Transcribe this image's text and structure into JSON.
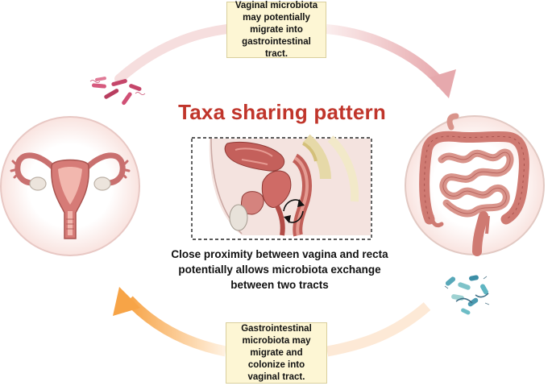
{
  "title": "Taxa sharing pattern",
  "top_note": "Vaginal microbiota may potentially migrate into gastrointestinal tract.",
  "bottom_note": "Gastrointestinal microbiota may migrate and colonize into vaginal tract.",
  "center_caption": "Close proximity between vagina and recta potentially allows microbiota exchange between two tracts",
  "colors": {
    "title": "#c0352b",
    "arrow_top": "#e9b6b9",
    "arrow_bottom": "#f6a94f",
    "note_fill": "#fdf6d4",
    "circle_fill": "#fbece8",
    "circle_border": "#e2c2bd"
  },
  "icons": [
    "uterus-icon",
    "intestine-icon",
    "pelvic-cross-section-icon",
    "vaginal-bacteria-icon",
    "gut-bacteria-icon",
    "exchange-arrows-icon"
  ]
}
